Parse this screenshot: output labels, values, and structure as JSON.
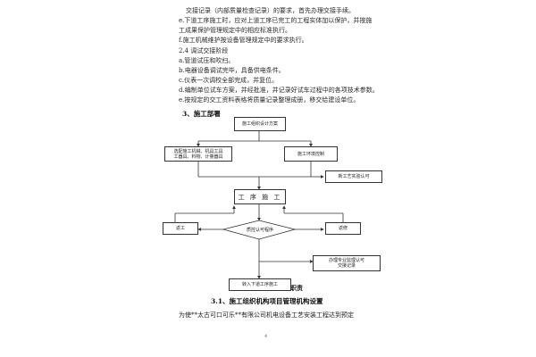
{
  "text_lines": [
    "交接记录（内部质量检查记录）的要求，首先办理交接手续。",
    "e.下道工序施工时，应对上道工序已完工的工程实体加以保护，并按施",
    "工成果保护管理规定中的相应标准执行。",
    "f.施工机械维护按设备管理规定中的要求执行。",
    "2.4 调试交接阶段",
    "a.管道试压和吹扫。",
    "b.电器设备调试完毕，具备供电条件。",
    "c.仪表一次调校全部完成，并复位。",
    "d.编制单位试车方案，并经批准，并记录好试车过程中的各项技术参数。",
    "e.按规定的交工资料表格将质量记录整理成册，移交给建设单位。"
  ],
  "section_heading": "3、施工部署",
  "flowchart": {
    "plan": "施工组织设计方案",
    "machinery_line1": "选配施工机械、机具工具",
    "machinery_line2": "工器具、料物、计量器具",
    "site_control": "施工环境控制",
    "new_process": "新工艺实验认可",
    "construction": "工 序 施 工",
    "quality_check": "质控认可程序",
    "rework": "返工",
    "scrap": "返修",
    "supervision_line1": "办理专业监理认可",
    "supervision_line2": "交接记录",
    "next_process": "转入下道工序施工"
  },
  "overlap_text": "职责",
  "caption": "3.1、施工组织机构项目管理机构设置",
  "body_text": "为使**太古可口可乐**有限公司机电设备工艺安装工程达到预定",
  "page_number": "4"
}
